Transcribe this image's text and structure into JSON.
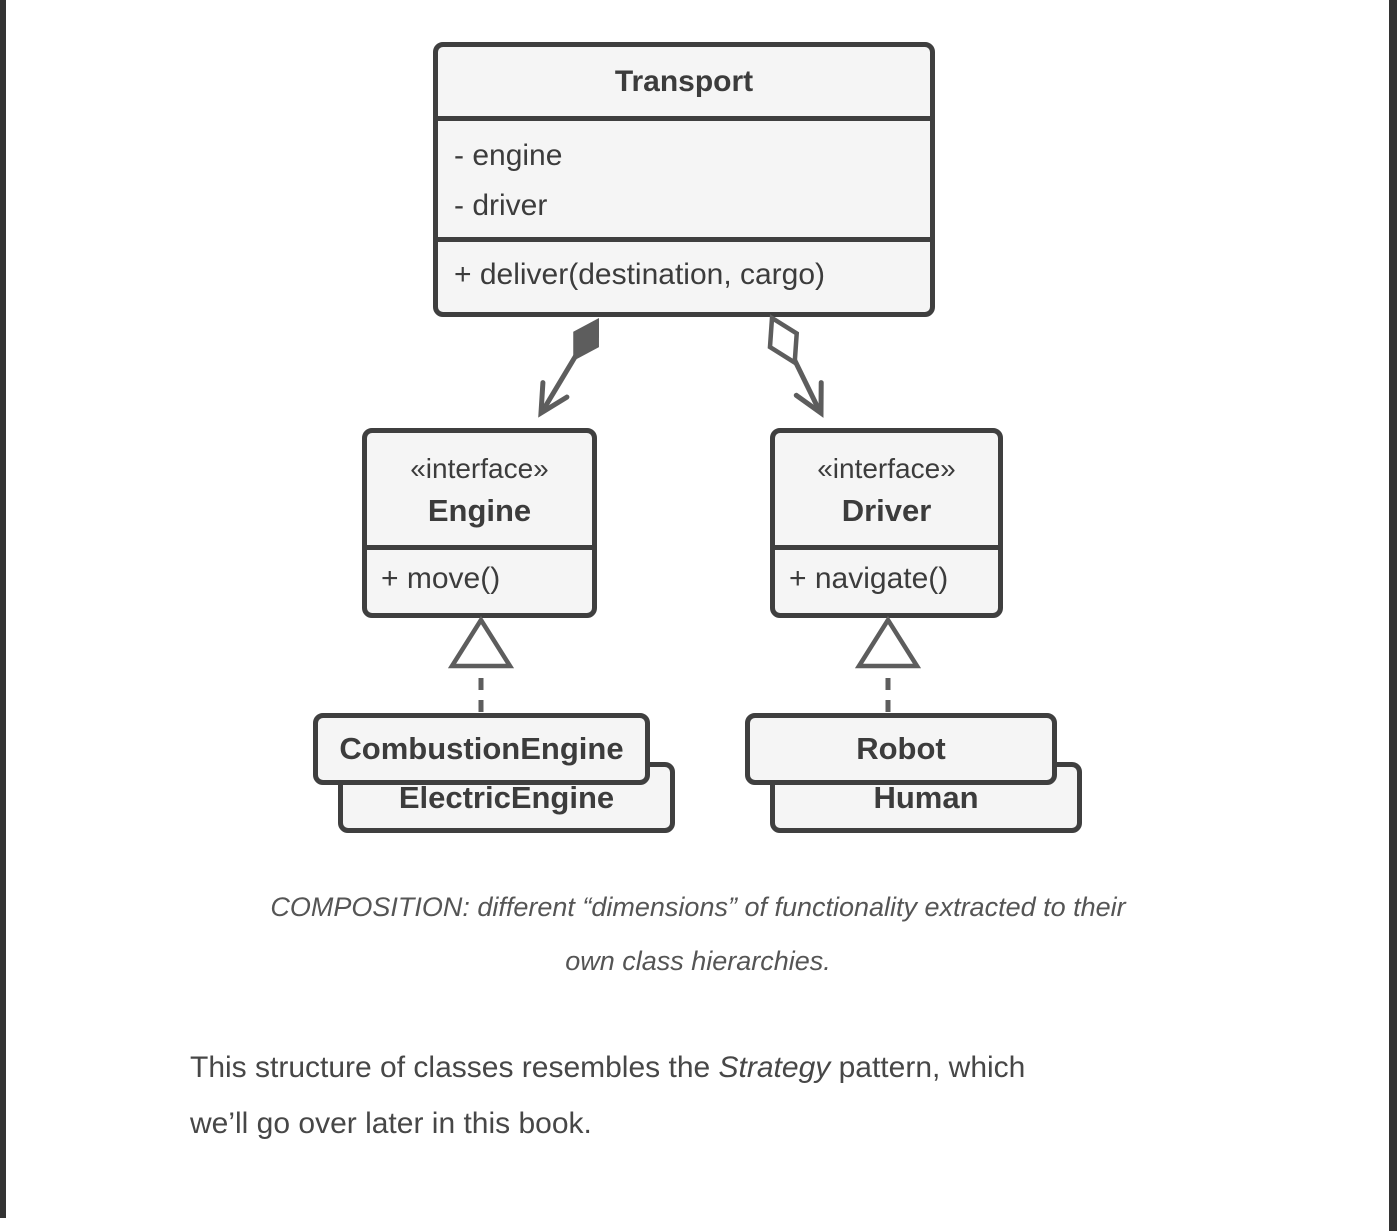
{
  "diagram": {
    "transport": {
      "name": "Transport",
      "fields": [
        "- engine",
        "- driver"
      ],
      "method": "+ deliver(destination, cargo)"
    },
    "engine": {
      "stereotype": "«interface»",
      "name": "Engine",
      "method": "+ move()"
    },
    "driver": {
      "stereotype": "«interface»",
      "name": "Driver",
      "method": "+ navigate()"
    },
    "engine_impl_front": "CombustionEngine",
    "engine_impl_back": "ElectricEngine",
    "driver_impl_front": "Robot",
    "driver_impl_back": "Human",
    "relations": [
      {
        "type": "composition",
        "from": "Transport",
        "to": "Engine"
      },
      {
        "type": "aggregation",
        "from": "Transport",
        "to": "Driver"
      },
      {
        "type": "realization",
        "from": "CombustionEngine",
        "to": "Engine"
      },
      {
        "type": "realization",
        "from": "Robot",
        "to": "Driver"
      }
    ],
    "colors": {
      "box_border": "#3f3f3f",
      "box_fill": "#f5f5f5",
      "connector": "#5d5d5d",
      "box_text": "#3c3c3c"
    }
  },
  "caption": {
    "line1": "COMPOSITION: different “dimensions” of functionality extracted to their",
    "line2": "own class hierarchies."
  },
  "paragraph": {
    "line1_pre": "This structure of classes resembles the ",
    "line1_italic": "Strategy",
    "line1_post": " pattern, which",
    "line2": "we’ll go over later in this book."
  }
}
